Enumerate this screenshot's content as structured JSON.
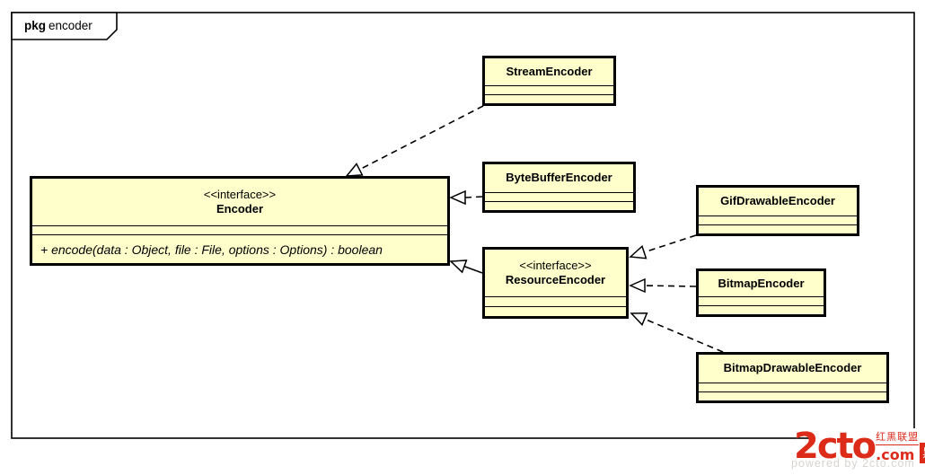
{
  "frame": {
    "tag_keyword": "pkg",
    "tag_name": "encoder"
  },
  "classes": {
    "stream_encoder": {
      "name": "StreamEncoder"
    },
    "byte_buffer_encoder": {
      "name": "ByteBufferEncoder"
    },
    "encoder": {
      "stereotype": "<<interface>>",
      "name": "Encoder",
      "operation": "+ encode(data : Object, file : File, options : Options) : boolean"
    },
    "resource_encoder": {
      "stereotype": "<<interface>>",
      "name": "ResourceEncoder"
    },
    "gif_drawable_encoder": {
      "name": "GifDrawableEncoder"
    },
    "bitmap_encoder": {
      "name": "BitmapEncoder"
    },
    "bitmap_drawable_encoder": {
      "name": "BitmapDrawableEncoder"
    }
  },
  "relations": [
    {
      "from": "StreamEncoder",
      "to": "Encoder",
      "type": "realization",
      "line": "dashed"
    },
    {
      "from": "ByteBufferEncoder",
      "to": "Encoder",
      "type": "realization",
      "line": "dashed"
    },
    {
      "from": "ResourceEncoder",
      "to": "Encoder",
      "type": "generalization",
      "line": "solid"
    },
    {
      "from": "GifDrawableEncoder",
      "to": "ResourceEncoder",
      "type": "realization",
      "line": "dashed"
    },
    {
      "from": "BitmapEncoder",
      "to": "ResourceEncoder",
      "type": "realization",
      "line": "dashed"
    },
    {
      "from": "BitmapDrawableEncoder",
      "to": "ResourceEncoder",
      "type": "realization",
      "line": "dashed"
    }
  ],
  "watermark": {
    "brand": "2cto",
    "suffix": ".com",
    "community": "红黑联盟",
    "logo_char": "黑",
    "powered": "powered by 2cto.com"
  },
  "colors": {
    "class_fill": "#FFFFCC",
    "class_border": "#000000",
    "watermark_red": "#DD2B1A"
  }
}
